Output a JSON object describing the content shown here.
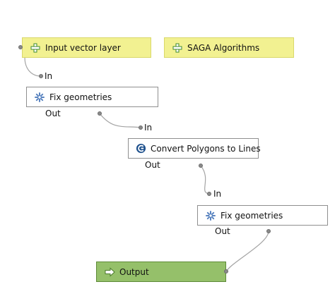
{
  "model": {
    "inputs": [
      {
        "label": "Input vector layer",
        "icon": "plus-icon"
      },
      {
        "label": "SAGA Algorithms",
        "icon": "plus-icon"
      }
    ],
    "algorithms": [
      {
        "label": "Fix geometries",
        "icon": "gear-icon",
        "in_label": "In",
        "out_label": "Out"
      },
      {
        "label": "Convert Polygons to Lines",
        "icon": "saga-icon",
        "in_label": "In",
        "out_label": "Out"
      },
      {
        "label": "Fix geometries",
        "icon": "gear-icon",
        "in_label": "In",
        "out_label": "Out"
      }
    ],
    "output": {
      "label": "Output",
      "icon": "arrow-right-icon"
    }
  },
  "colors": {
    "input_node": "#f2f191",
    "algorithm_node": "#ffffff",
    "output_node": "#95c06a",
    "connector": "#9a9a9a"
  }
}
